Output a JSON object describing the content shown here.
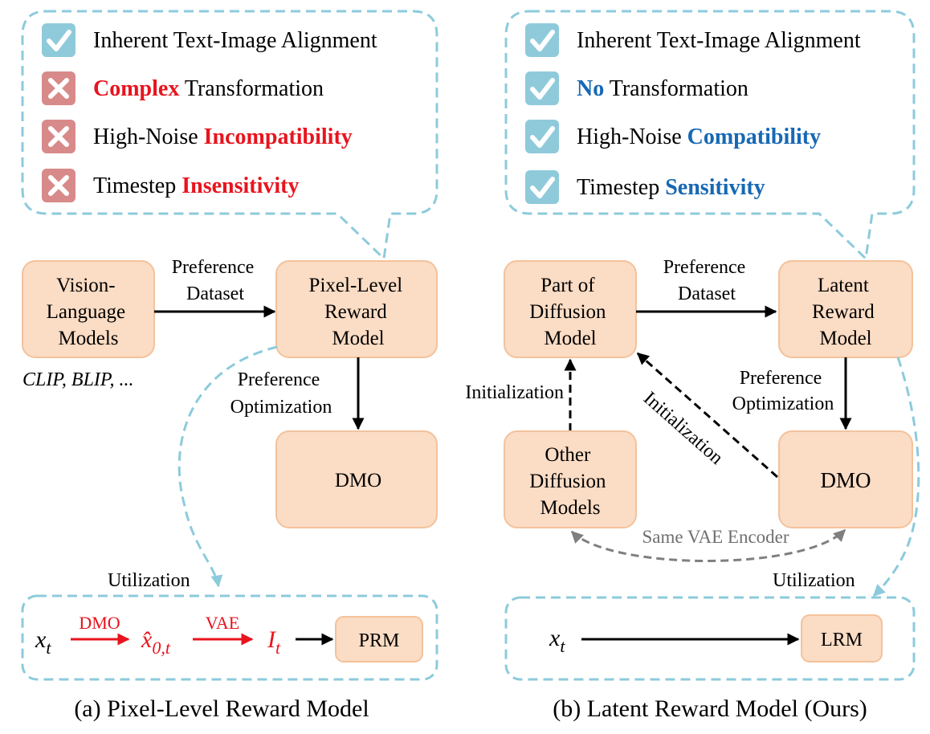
{
  "colors": {
    "bubble_dash": "#8ccbdc",
    "box_fill": "#fbdcc4",
    "box_stroke": "#f3c29c",
    "check": "#8fcadb",
    "cross": "#d88a8a",
    "red_text": "#e8141e",
    "blue_text": "#1668b4",
    "gray_arrow": "#7f7f7f"
  },
  "panel_a": {
    "caption": "(a) Pixel-Level Reward Model",
    "bubble_items": [
      {
        "status": "check",
        "pre": "Inherent Text-Image Alignment",
        "em": "",
        "post": ""
      },
      {
        "status": "cross",
        "pre": "",
        "em": "Complex",
        "post": " Transformation"
      },
      {
        "status": "cross",
        "pre": "High-Noise ",
        "em": "Incompatibility",
        "post": ""
      },
      {
        "status": "cross",
        "pre": "Timestep ",
        "em": "Insensitivity",
        "post": ""
      }
    ],
    "vlm_box": [
      "Vision-",
      "Language",
      "Models"
    ],
    "vlm_examples": "CLIP, BLIP, ...",
    "pref_dataset": [
      "Preference",
      "Dataset"
    ],
    "prm_box": [
      "Pixel-Level",
      "Reward",
      "Model"
    ],
    "pref_opt": [
      "Preference",
      "Optimization"
    ],
    "dmo_box": "DMO",
    "utilization": "Utilization",
    "flow": {
      "x": "x",
      "x_sub": "t",
      "dmo": "DMO",
      "x0": "x̂",
      "x0_sub": "0,t",
      "vae": "VAE",
      "i": "I",
      "i_sub": "t",
      "prm": "PRM"
    }
  },
  "panel_b": {
    "caption": "(b) Latent Reward Model (Ours)",
    "bubble_items": [
      {
        "status": "check",
        "pre": "Inherent Text-Image Alignment",
        "em": "",
        "post": ""
      },
      {
        "status": "check",
        "pre": "",
        "em": "No",
        "post": " Transformation"
      },
      {
        "status": "check",
        "pre": "High-Noise ",
        "em": "Compatibility",
        "post": ""
      },
      {
        "status": "check",
        "pre": "Timestep ",
        "em": "Sensitivity",
        "post": ""
      }
    ],
    "part_box": [
      "Part of",
      "Diffusion",
      "Model"
    ],
    "pref_dataset": [
      "Preference",
      "Dataset"
    ],
    "lrm_box": [
      "Latent",
      "Reward",
      "Model"
    ],
    "pref_opt": [
      "Preference",
      "Optimization"
    ],
    "init_left": "Initialization",
    "init_diag": "Initialization",
    "other_box": [
      "Other",
      "Diffusion",
      "Models"
    ],
    "dmo_box": "DMO",
    "same_vae": "Same VAE Encoder",
    "utilization": "Utilization",
    "flow": {
      "x": "x",
      "x_sub": "t",
      "lrm": "LRM"
    }
  }
}
